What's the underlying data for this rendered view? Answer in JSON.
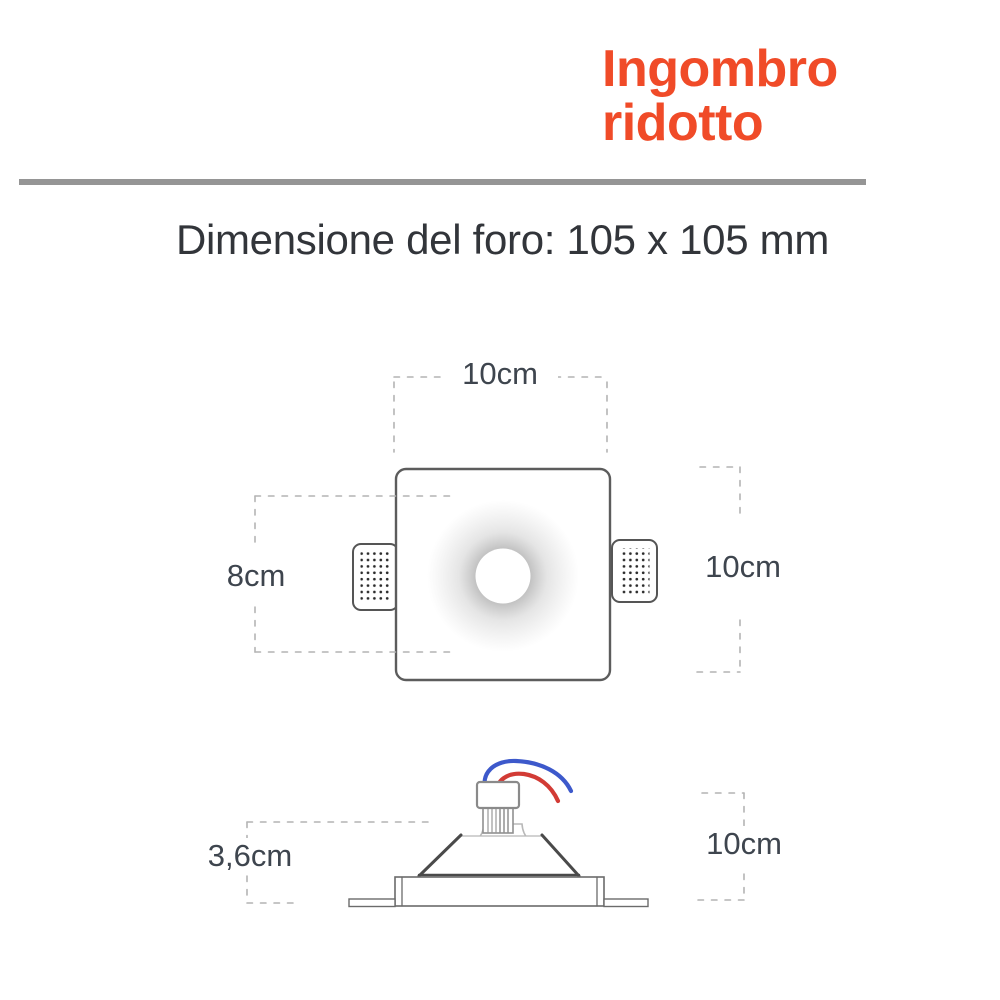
{
  "header": {
    "title": "Ingombro ridotto",
    "subtitle": "Dimensione del foro: 105 x 105 mm"
  },
  "colors": {
    "accent": "#f04b28",
    "wire_blue": "#3d59cb",
    "wire_red": "#d23b35"
  },
  "top_view": {
    "dim_top": "10cm",
    "dim_left": "8cm",
    "dim_right": "10cm"
  },
  "side_view": {
    "dim_depth": "3,6cm",
    "dim_right": "10cm"
  }
}
